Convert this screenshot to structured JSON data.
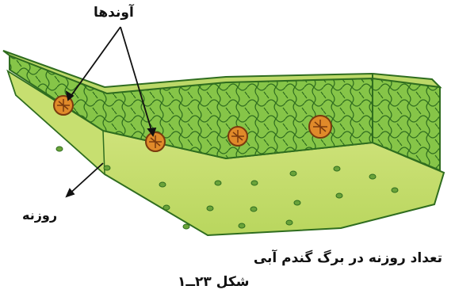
{
  "labels": {
    "vessels": "آوندها",
    "stomata": "روزنه"
  },
  "caption": {
    "title": "تعداد روزنه در برگ گندم آبی",
    "figure_number": "شکل ۲۳ــ۱"
  },
  "colors": {
    "tissue": "#7fc243",
    "tissue_dark": "#4f9a2e",
    "cell_outline": "#2f6d1f",
    "surface": "#cfe47a",
    "vessel": "#e08a2a"
  }
}
